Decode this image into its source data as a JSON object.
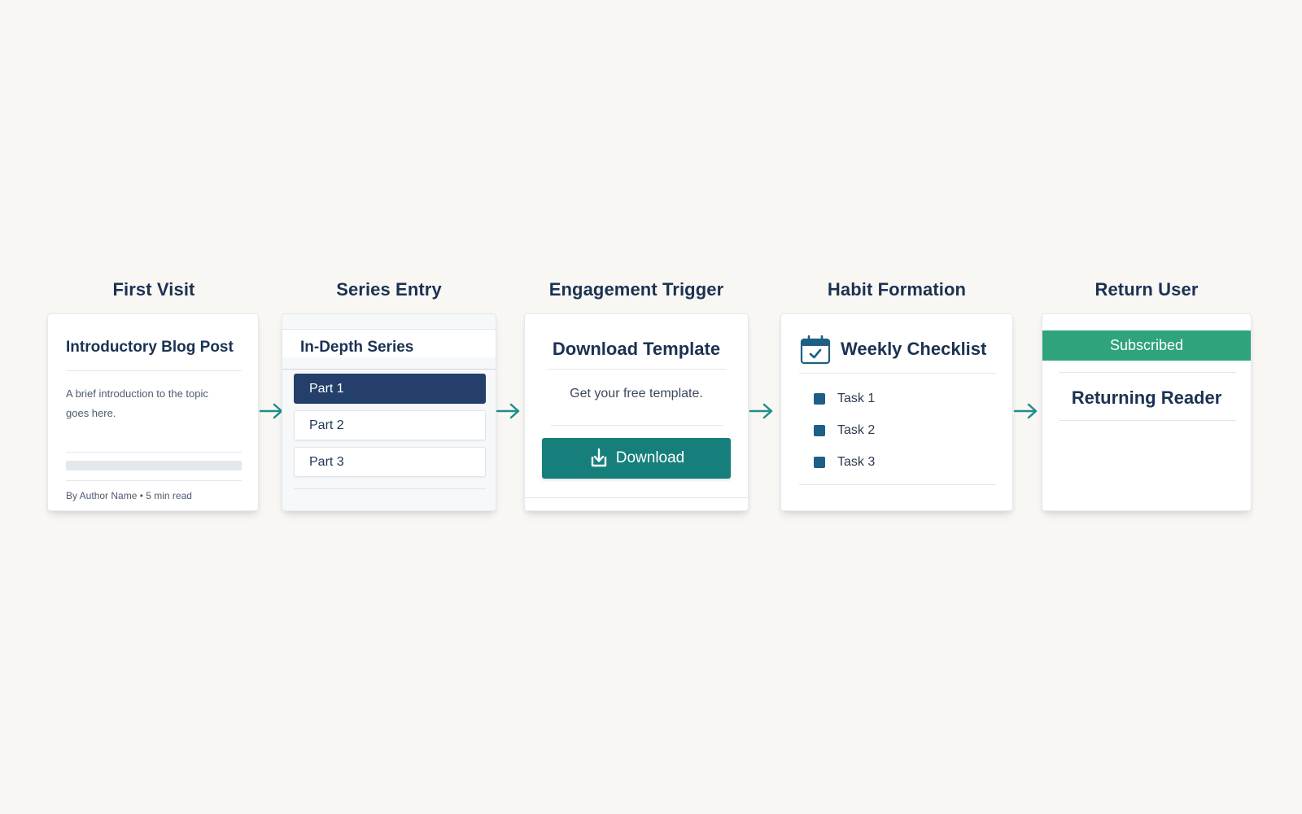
{
  "stages": [
    {
      "title": "First Visit"
    },
    {
      "title": "Series Entry"
    },
    {
      "title": "Engagement Trigger"
    },
    {
      "title": "Habit Formation"
    },
    {
      "title": "Return User"
    }
  ],
  "first_visit": {
    "title": "Introductory Blog Post",
    "description": "A brief introduction to the topic goes here.",
    "meta": "By Author Name • 5 min read"
  },
  "series_entry": {
    "title": "In-Depth Series",
    "parts": [
      {
        "label": "Part 1",
        "active": true
      },
      {
        "label": "Part 2",
        "active": false
      },
      {
        "label": "Part 3",
        "active": false
      }
    ]
  },
  "engagement_trigger": {
    "title": "Download Template",
    "subtitle": "Get your free template.",
    "button_label": "Download",
    "button_icon": "download-icon"
  },
  "habit_formation": {
    "title": "Weekly Checklist",
    "icon": "calendar-check-icon",
    "tasks": [
      {
        "label": "Task 1"
      },
      {
        "label": "Task 2"
      },
      {
        "label": "Task 3"
      }
    ]
  },
  "return_user": {
    "banner": "Subscribed",
    "title": "Returning Reader"
  },
  "colors": {
    "background": "#f9f7f4",
    "navy": "#1b3252",
    "active_part": "#243f6a",
    "teal_button": "#167f7c",
    "arrow": "#1f8f8c",
    "subscribed_green": "#2ea37c",
    "task_box": "#1d5f86"
  }
}
